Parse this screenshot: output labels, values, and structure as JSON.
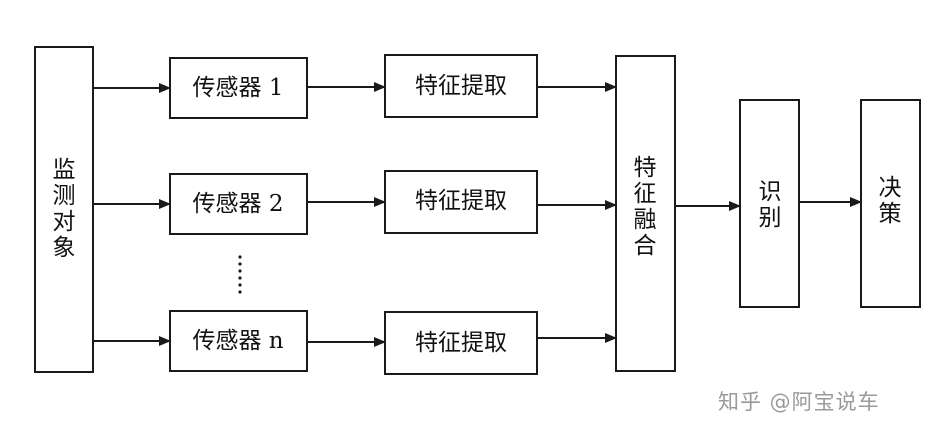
{
  "diagram": {
    "monitor_object": "监测对象",
    "sensors": [
      "传感器 1",
      "传感器 2",
      "传感器 n"
    ],
    "feature_extraction": [
      "特征提取",
      "特征提取",
      "特征提取"
    ],
    "feature_fusion": "特征融合",
    "recognition": "识别",
    "decision": "决策"
  },
  "watermark": {
    "text": "知乎 @阿宝说车"
  }
}
